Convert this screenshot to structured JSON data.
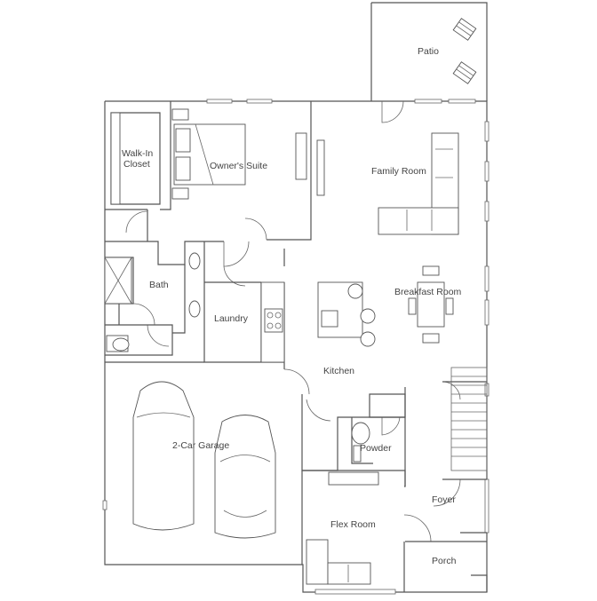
{
  "rooms": {
    "patio": "Patio",
    "walk_in_closet_line1": "Walk-In",
    "walk_in_closet_line2": "Closet",
    "owners_suite": "Owner's Suite",
    "family_room": "Family Room",
    "bath": "Bath",
    "laundry": "Laundry",
    "breakfast_room": "Breakfast Room",
    "kitchen": "Kitchen",
    "garage": "2-Car Garage",
    "powder": "Powder",
    "foyer": "Foyer",
    "flex_room": "Flex Room",
    "porch": "Porch"
  }
}
